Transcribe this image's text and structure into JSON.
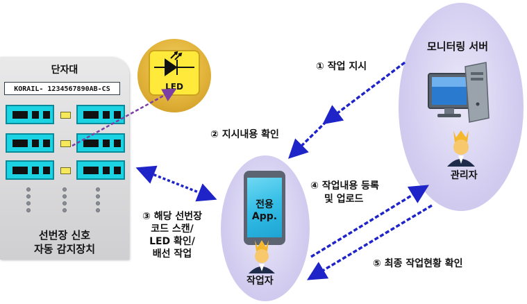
{
  "server": {
    "title": "모니터링 서버",
    "admin_label": "관리자"
  },
  "worker": {
    "app_line1": "전용",
    "app_line2": "App.",
    "worker_label": "작업자"
  },
  "rack": {
    "title": "단자대",
    "id": "KORAIL- 1234567890AB-CS",
    "caption_line1": "선번장 신호",
    "caption_line2": "자동 감지장치"
  },
  "led": {
    "label": "LED"
  },
  "steps": {
    "s1": "① 작업 지시",
    "s2": "② 지시내용 확인",
    "s3_line1": "③ 해당 선번장",
    "s3_line2": "코드 스캔/",
    "s3_line3": "LED 확인/",
    "s3_line4": "배선 작업",
    "s4_line1": "④ 작업내용 등록",
    "s4_line2": "및  업로드",
    "s5": "⑤ 최종 작업현황 확인"
  },
  "colors": {
    "arrow_blue": "#1f24c8",
    "arrow_purple": "#7b3fa6",
    "port_cyan": "#1bd3e3",
    "led_yellow": "#ffe93a"
  }
}
